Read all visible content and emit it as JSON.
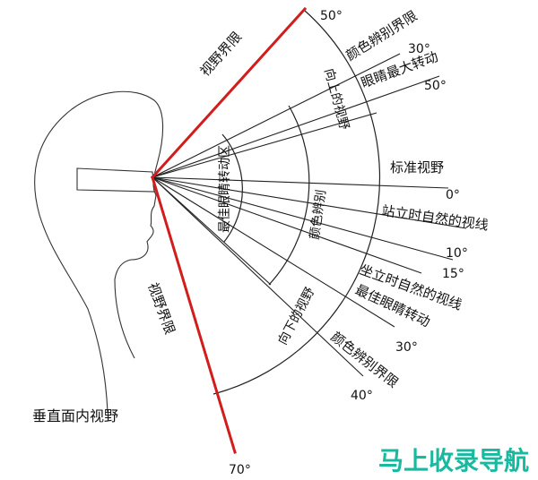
{
  "diagram": {
    "title": "垂直面内视野",
    "upper_limit_label": "视野界限",
    "lower_limit_label": "视野界限",
    "upper_limit_angle": "50°",
    "lower_limit_angle": "70°",
    "zones": {
      "eye_rotation_optimal": "最佳眼睛转动区",
      "color_discrimination": "颜色辨别",
      "upward_view": "向上的视野",
      "downward_view": "向下的视野"
    },
    "upper_lines": [
      {
        "name": "颜色辨别界限",
        "angle": "30°"
      },
      {
        "name": "眼睛最大转动",
        "angle": "50°"
      }
    ],
    "standard_line": {
      "name": "标准视野",
      "angle": "0°"
    },
    "lower_lines": [
      {
        "name": "站立时自然的视线",
        "angle": "10°"
      },
      {
        "name": "",
        "angle": "15°"
      },
      {
        "name": "坐立时自然的视线",
        "angle": ""
      },
      {
        "name": "最佳眼睛转动",
        "angle": "30°"
      },
      {
        "name": "颜色辨别界限",
        "angle": "40°"
      }
    ]
  },
  "watermark": {
    "text": "马上收录导航",
    "colors": [
      "#19b9a0",
      "#2b88d8"
    ]
  }
}
